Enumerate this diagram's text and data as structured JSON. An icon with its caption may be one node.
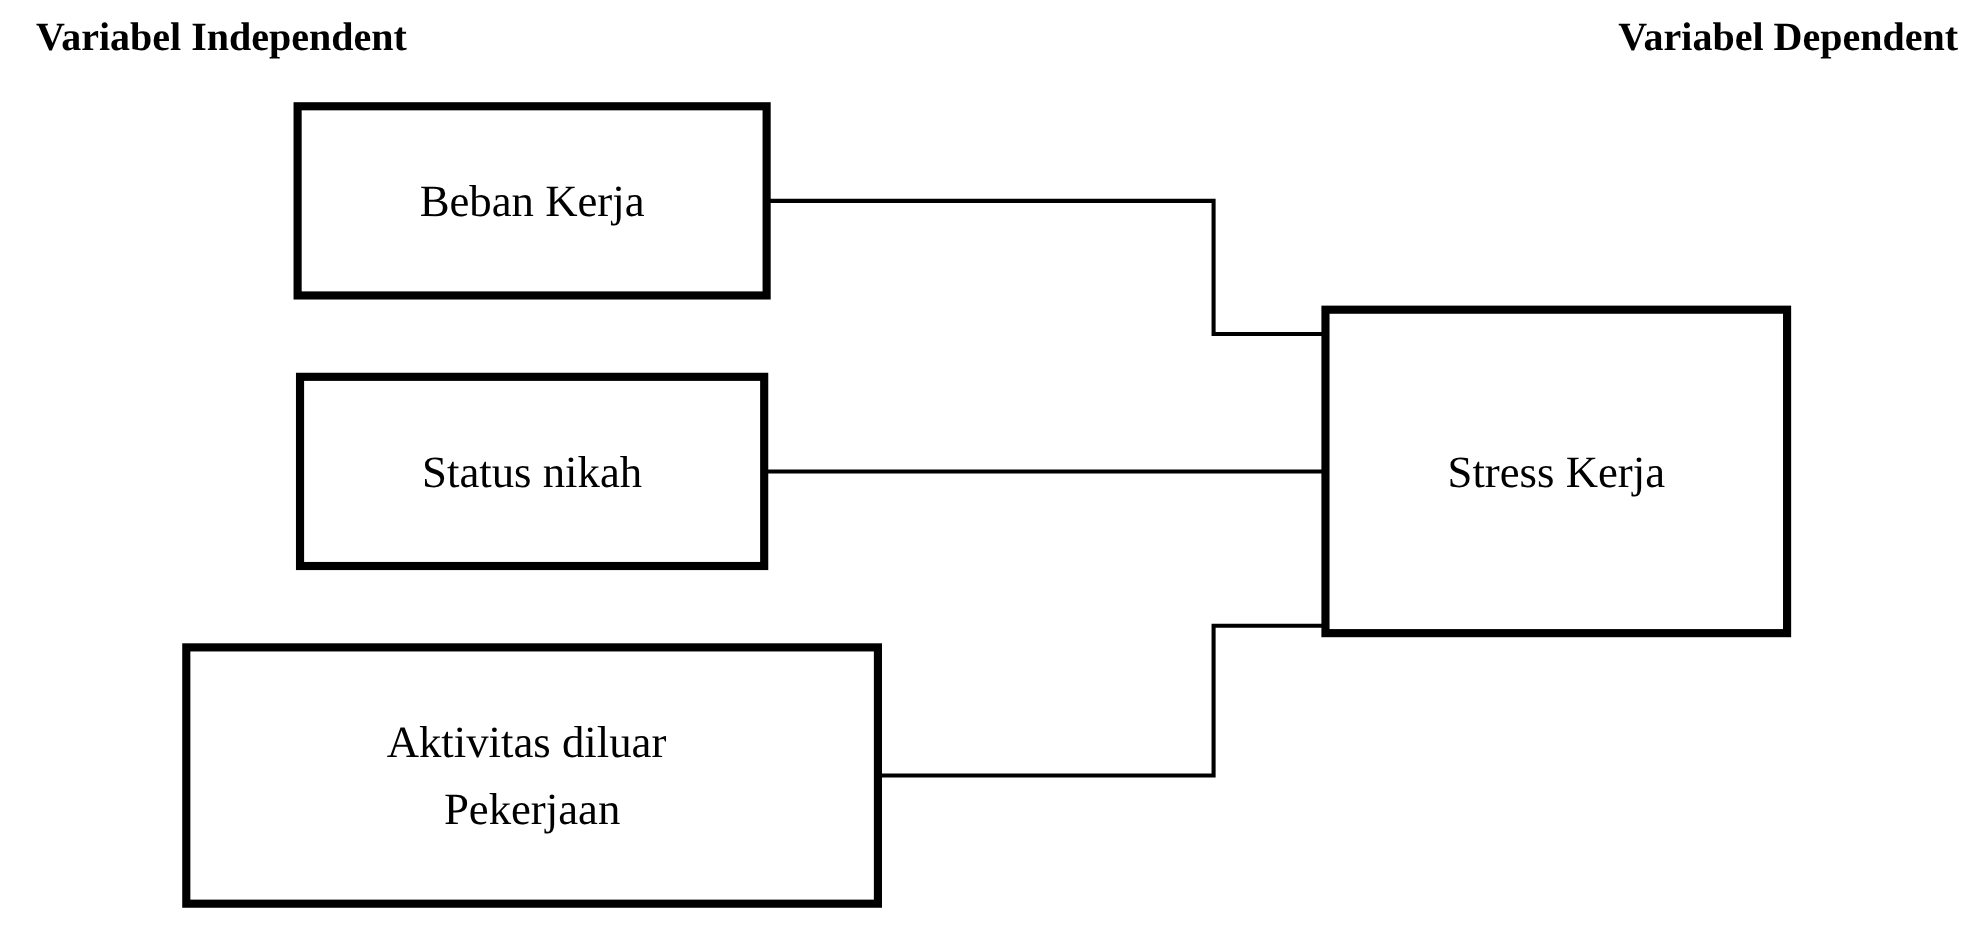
{
  "diagram": {
    "nodes": [
      {
        "text": [
          "Beban Kerja"
        ]
      },
      {
        "text": [
          "Status nikah"
        ]
      },
      {
        "text": [
          "Aktivitas diluar Pekerjaan"
        ]
      },
      {
        "text": [
          "Stress Kerja"
        ]
      }
    ],
    "edges": [
      {
        "from": 0,
        "to": 3,
        "arrow": "none"
      },
      {
        "from": 1,
        "to": 3,
        "arrow": "none"
      },
      {
        "from": 2,
        "to": 3,
        "arrow": "none"
      }
    ],
    "labels": [
      "Variabel Independent",
      "Variabel Dependent"
    ]
  }
}
